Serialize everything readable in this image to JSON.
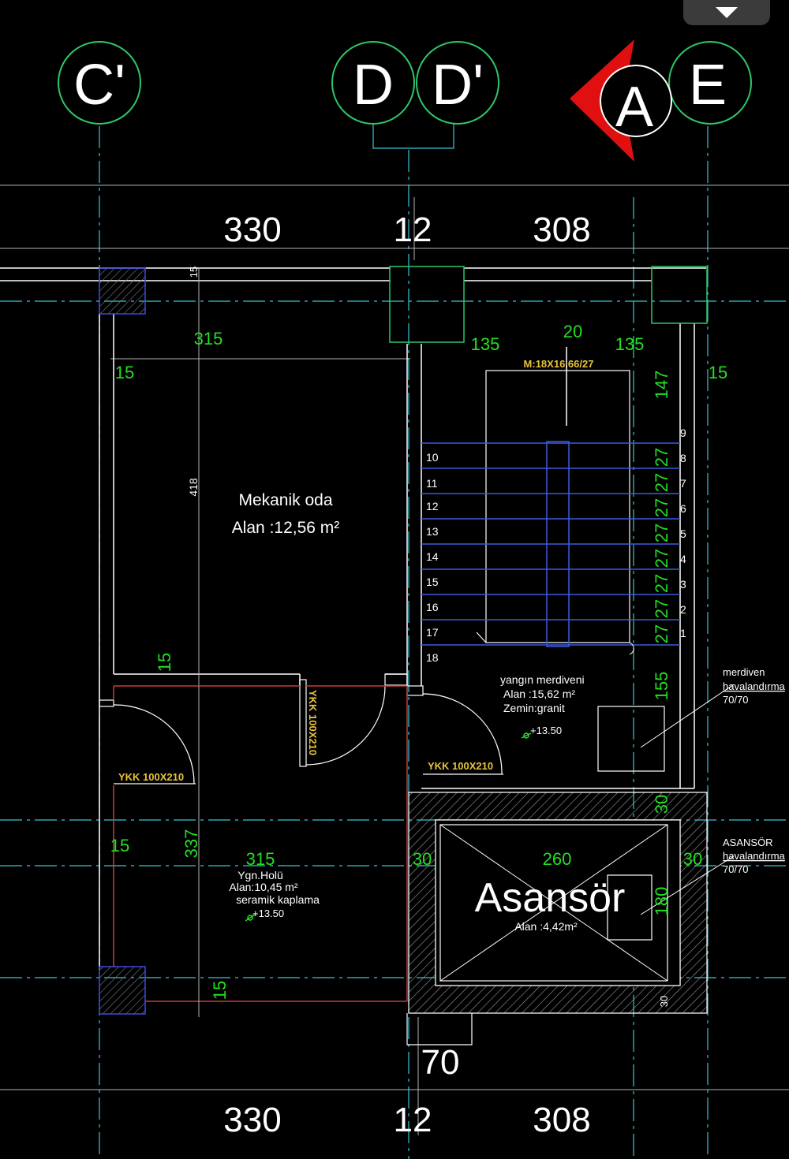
{
  "grid": {
    "c_prime": "C'",
    "d": "D",
    "d_prime": "D'",
    "e": "E",
    "section_marker": "A"
  },
  "dims_top": {
    "left": "330",
    "mid": "12",
    "right": "308"
  },
  "dims_bottom": {
    "left": "330",
    "mid": "12",
    "right": "308",
    "below_center": "70"
  },
  "dims_green": {
    "d315_top": "315",
    "d15_left_top": "15",
    "d15_top_vertical": "15",
    "d418": "418",
    "d15_mid_left": "15",
    "d135_left": "135",
    "d20": "20",
    "d135_right": "135",
    "d15_right": "15",
    "d147": "147",
    "d155": "155",
    "d15_lower_left": "15",
    "d337": "337",
    "d315_lower": "315",
    "d30_left_elev": "30",
    "d260": "260",
    "d30_right_elev": "30",
    "d30_top_elev": "30",
    "d180": "180",
    "d30_bottom_elev": "30",
    "d15_bottom": "15",
    "riser_27": "27"
  },
  "stair": {
    "spec": "M:18X16.66/27",
    "left_steps": [
      "10",
      "11",
      "12",
      "13",
      "14",
      "15",
      "16",
      "17",
      "18"
    ],
    "right_steps": [
      "9",
      "8",
      "7",
      "6",
      "5",
      "4",
      "3",
      "2",
      "1"
    ]
  },
  "rooms": {
    "mech_name": "Mekanik oda",
    "mech_area": "Alan   :12,56 m²",
    "stair_name": "yangın merdiveni",
    "stair_area": "Alan   :15,62 m²",
    "stair_floor": "Zemin:granit",
    "stair_level": "+13.50",
    "holl_name": "Ygn.Holü",
    "holl_area": "Alan:10,45 m²",
    "holl_finish": "seramik kaplama",
    "holl_level": "+13.50",
    "elev_name": "Asansör",
    "elev_area": "Alan   :4,42m²"
  },
  "doors": {
    "door1": "YKK 100X210",
    "door2": "YKK 100X210",
    "door3": "YKK 100X210"
  },
  "notes": {
    "stair_vent_1": "merdiven",
    "stair_vent_2": "havalandırma",
    "stair_vent_3": "70/70",
    "elev_vent_1": "ASANSÖR",
    "elev_vent_2": "havalandırma",
    "elev_vent_3": "70/70"
  },
  "colors": {
    "background": "#000000",
    "dimension_green": "#22e022",
    "wall_white": "#ffffff",
    "axis_cyan": "#35c6d6",
    "door_yellow": "#e8c43a",
    "room_red": "#c83a3a",
    "stair_blue": "#3a5be0",
    "section_red": "#e01010"
  }
}
